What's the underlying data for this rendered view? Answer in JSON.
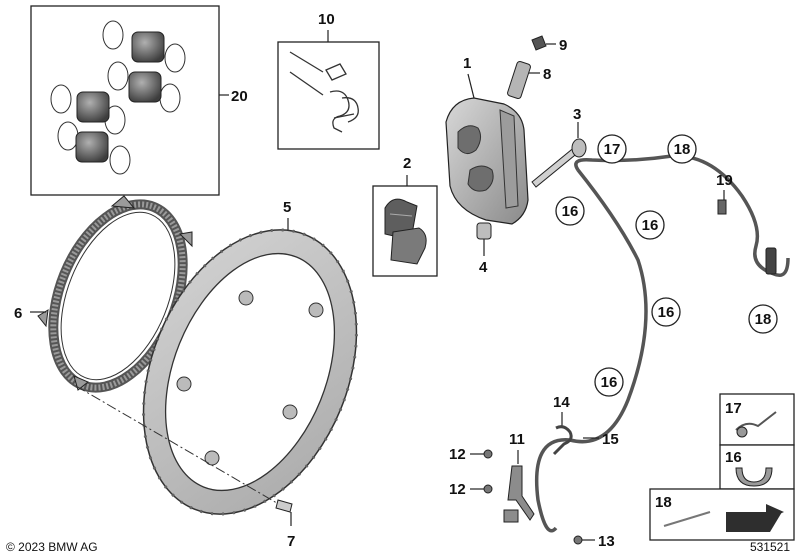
{
  "callouts": {
    "c1": "1",
    "c2": "2",
    "c3": "3",
    "c4": "4",
    "c5": "5",
    "c6": "6",
    "c7": "7",
    "c8": "8",
    "c9": "9",
    "c10": "10",
    "c11": "11",
    "c12a": "12",
    "c12b": "12",
    "c13": "13",
    "c14": "14",
    "c15": "15",
    "c16a": "16",
    "c16b": "16",
    "c16c": "16",
    "c16d": "16",
    "c17": "17",
    "c18a": "18",
    "c18b": "18",
    "c19": "19",
    "c20": "20"
  },
  "legend": {
    "l17": "17",
    "l16": "16",
    "l18": "18"
  },
  "footer": {
    "copyright": "© 2023 BMW AG",
    "doc_number": "531521"
  },
  "icons": [
    "brake-caliper",
    "brake-pad-set",
    "piston-set",
    "retaining-spring-kit",
    "brake-disc",
    "abs-sensor-ring",
    "brake-line",
    "bracket",
    "holder",
    "cable-tie",
    "clip",
    "arrow"
  ]
}
